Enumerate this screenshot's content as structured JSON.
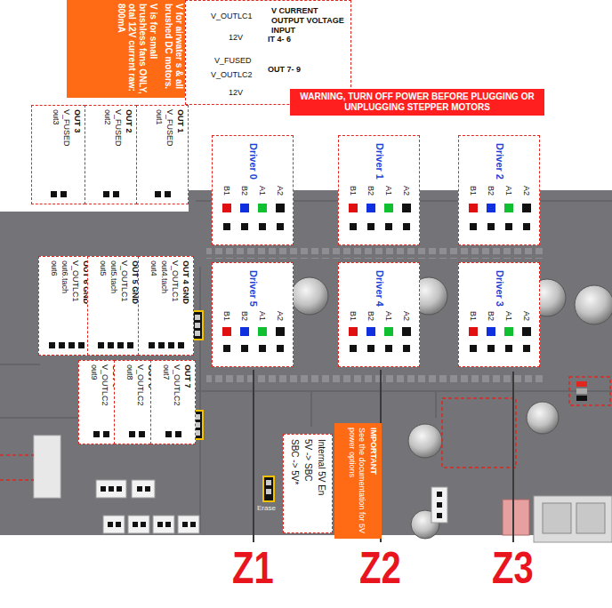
{
  "diagram": {
    "nodes": [
      {
        "text": [
          "V for airwater s & all brushed DC motors.",
          "V is for small brushless fans ONLY, otal 12V current raw: 800mA"
        ]
      },
      {
        "text": [
          "V CURRENT OUTPUT VOLTAGE INPUT",
          "V_OUTLC1",
          "IT 4- 6",
          "12V",
          "V_FUSED",
          "V_OUTLC2",
          "OUT 7- 9",
          "12V"
        ]
      },
      {
        "text": [
          "WARNING, TURN OFF POWER BEFORE PLUGGING OR UNPLUGGING STEPPER MOTORS"
        ]
      },
      {
        "text": [
          "OUT 3",
          "V_FUSED",
          "out3"
        ]
      },
      {
        "text": [
          "OUT 2",
          "V_FUSED",
          "out2"
        ]
      },
      {
        "text": [
          "OUT 1",
          "V_FUSED",
          "out1"
        ]
      },
      {
        "text": [
          "OUT 6 GND",
          "V_OUTLC1",
          "out6.tach",
          "out6"
        ]
      },
      {
        "text": [
          "OUT 5 GND",
          "V_OUTLC1",
          "out5.tach",
          "out5"
        ]
      },
      {
        "text": [
          "OUT 4 GND",
          "V_OUTLC1",
          "out4.tach",
          "out4"
        ]
      },
      {
        "text": [
          "OUT 9",
          "V_OUTLC2",
          "out9"
        ]
      },
      {
        "text": [
          "OUT 8",
          "V_OUTLC2",
          "out8"
        ]
      },
      {
        "text": [
          "OUT 7",
          "V_OUTLC2",
          "out7"
        ]
      },
      {
        "text": [
          "Driver 0",
          "B1",
          "B2",
          "A1",
          "A2"
        ]
      },
      {
        "text": [
          "Driver 1",
          "B1",
          "B2",
          "A1",
          "A2"
        ]
      },
      {
        "text": [
          "Driver 2",
          "B1",
          "B2",
          "A1",
          "A2"
        ]
      },
      {
        "text": [
          "Driver 5",
          "B1",
          "B2",
          "A1",
          "A2"
        ]
      },
      {
        "text": [
          "Driver 4",
          "B1",
          "B2",
          "A1",
          "A2"
        ]
      },
      {
        "text": [
          "Driver 3",
          "B1",
          "B2",
          "A1",
          "A2"
        ]
      },
      {
        "text": [
          "Internal 5V En",
          "5V -> SBC",
          "SBC -> 5V*"
        ]
      },
      {
        "text": [
          "IMPORTANT",
          "See the documentation for 5V power options"
        ]
      }
    ],
    "labels": [
      "Erase",
      "Z1",
      "Z2",
      "Z3"
    ]
  }
}
